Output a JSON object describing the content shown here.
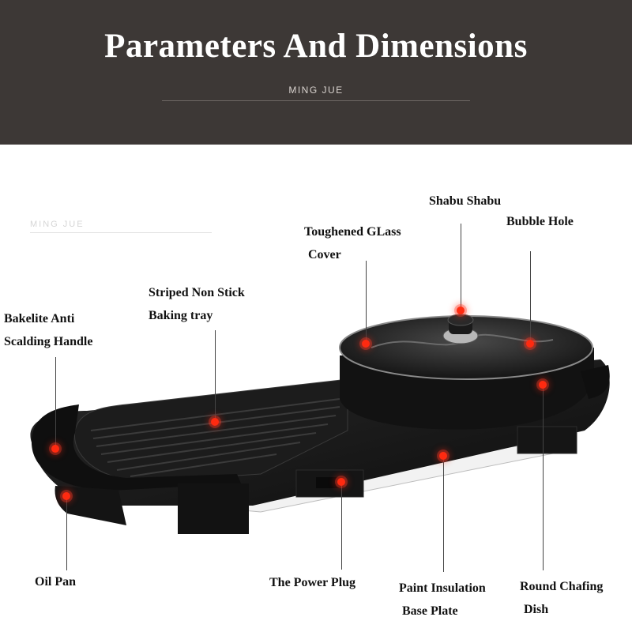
{
  "header": {
    "title": "Parameters And Dimensions",
    "brand": "MING JUE"
  },
  "watermark": "MING JUE",
  "colors": {
    "header_background": "#3d3836",
    "callout_dot": "#ff2a10",
    "product_body": "#111111"
  },
  "callouts": {
    "shabu": {
      "line1": "Shabu Shabu",
      "line2": "Bubble Hole"
    },
    "glass": {
      "line1": "Toughened GLass",
      "line2": "Cover"
    },
    "tray": {
      "line1": "Striped Non Stick",
      "line2": "Baking tray"
    },
    "handle": {
      "line1": "Bakelite Anti",
      "line2": "Scalding Handle"
    },
    "oil_pan": {
      "line1": "Oil Pan"
    },
    "power_plug": {
      "line1": "The Power Plug"
    },
    "base_plate": {
      "line1": "Paint Insulation",
      "line2": "Base Plate"
    },
    "chafing_dish": {
      "line1": "Round Chafing",
      "line2": "Dish"
    }
  }
}
